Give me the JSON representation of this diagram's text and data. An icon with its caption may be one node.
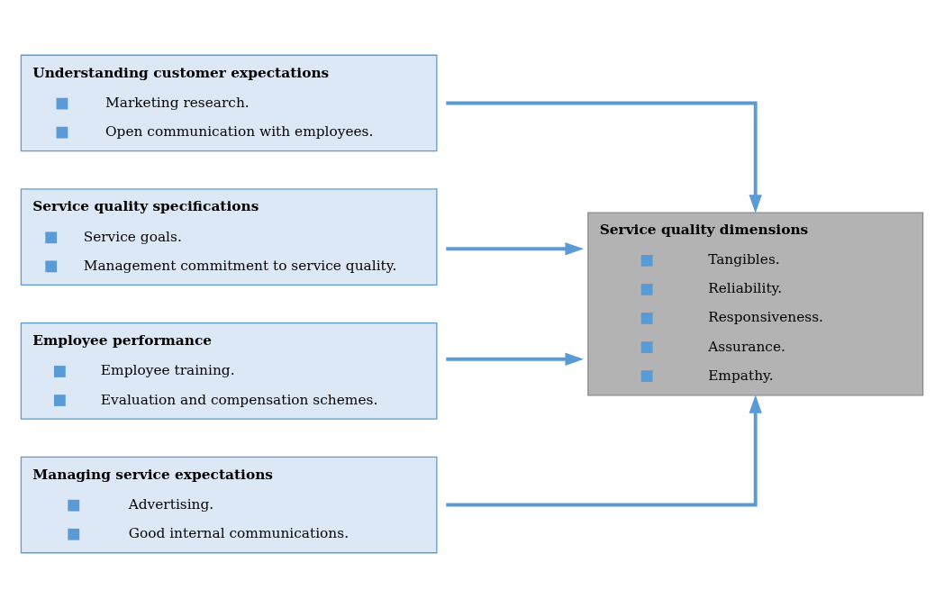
{
  "diagram": {
    "nodes": [
      {
        "text": [
          "Understanding customer expectations",
          "Marketing research.",
          "Open communication with employees."
        ]
      },
      {
        "text": [
          "Service quality specifications",
          "Service goals.",
          "Management commitment to service quality."
        ]
      },
      {
        "text": [
          "Employee performance",
          "Employee training.",
          "Evaluation and compensation schemes."
        ]
      },
      {
        "text": [
          "Managing service expectations",
          "Advertising.",
          "Good internal communications."
        ]
      },
      {
        "text": [
          "Service quality dimensions",
          "Tangibles.",
          "Reliability.",
          "Responsiveness.",
          "Assurance.",
          "Empathy."
        ]
      }
    ],
    "edges": [
      {
        "from": 0,
        "to": 4,
        "arrow": "to"
      },
      {
        "from": 1,
        "to": 4,
        "arrow": "to"
      },
      {
        "from": 2,
        "to": 4,
        "arrow": "to"
      },
      {
        "from": 3,
        "to": 4,
        "arrow": "to"
      }
    ]
  }
}
